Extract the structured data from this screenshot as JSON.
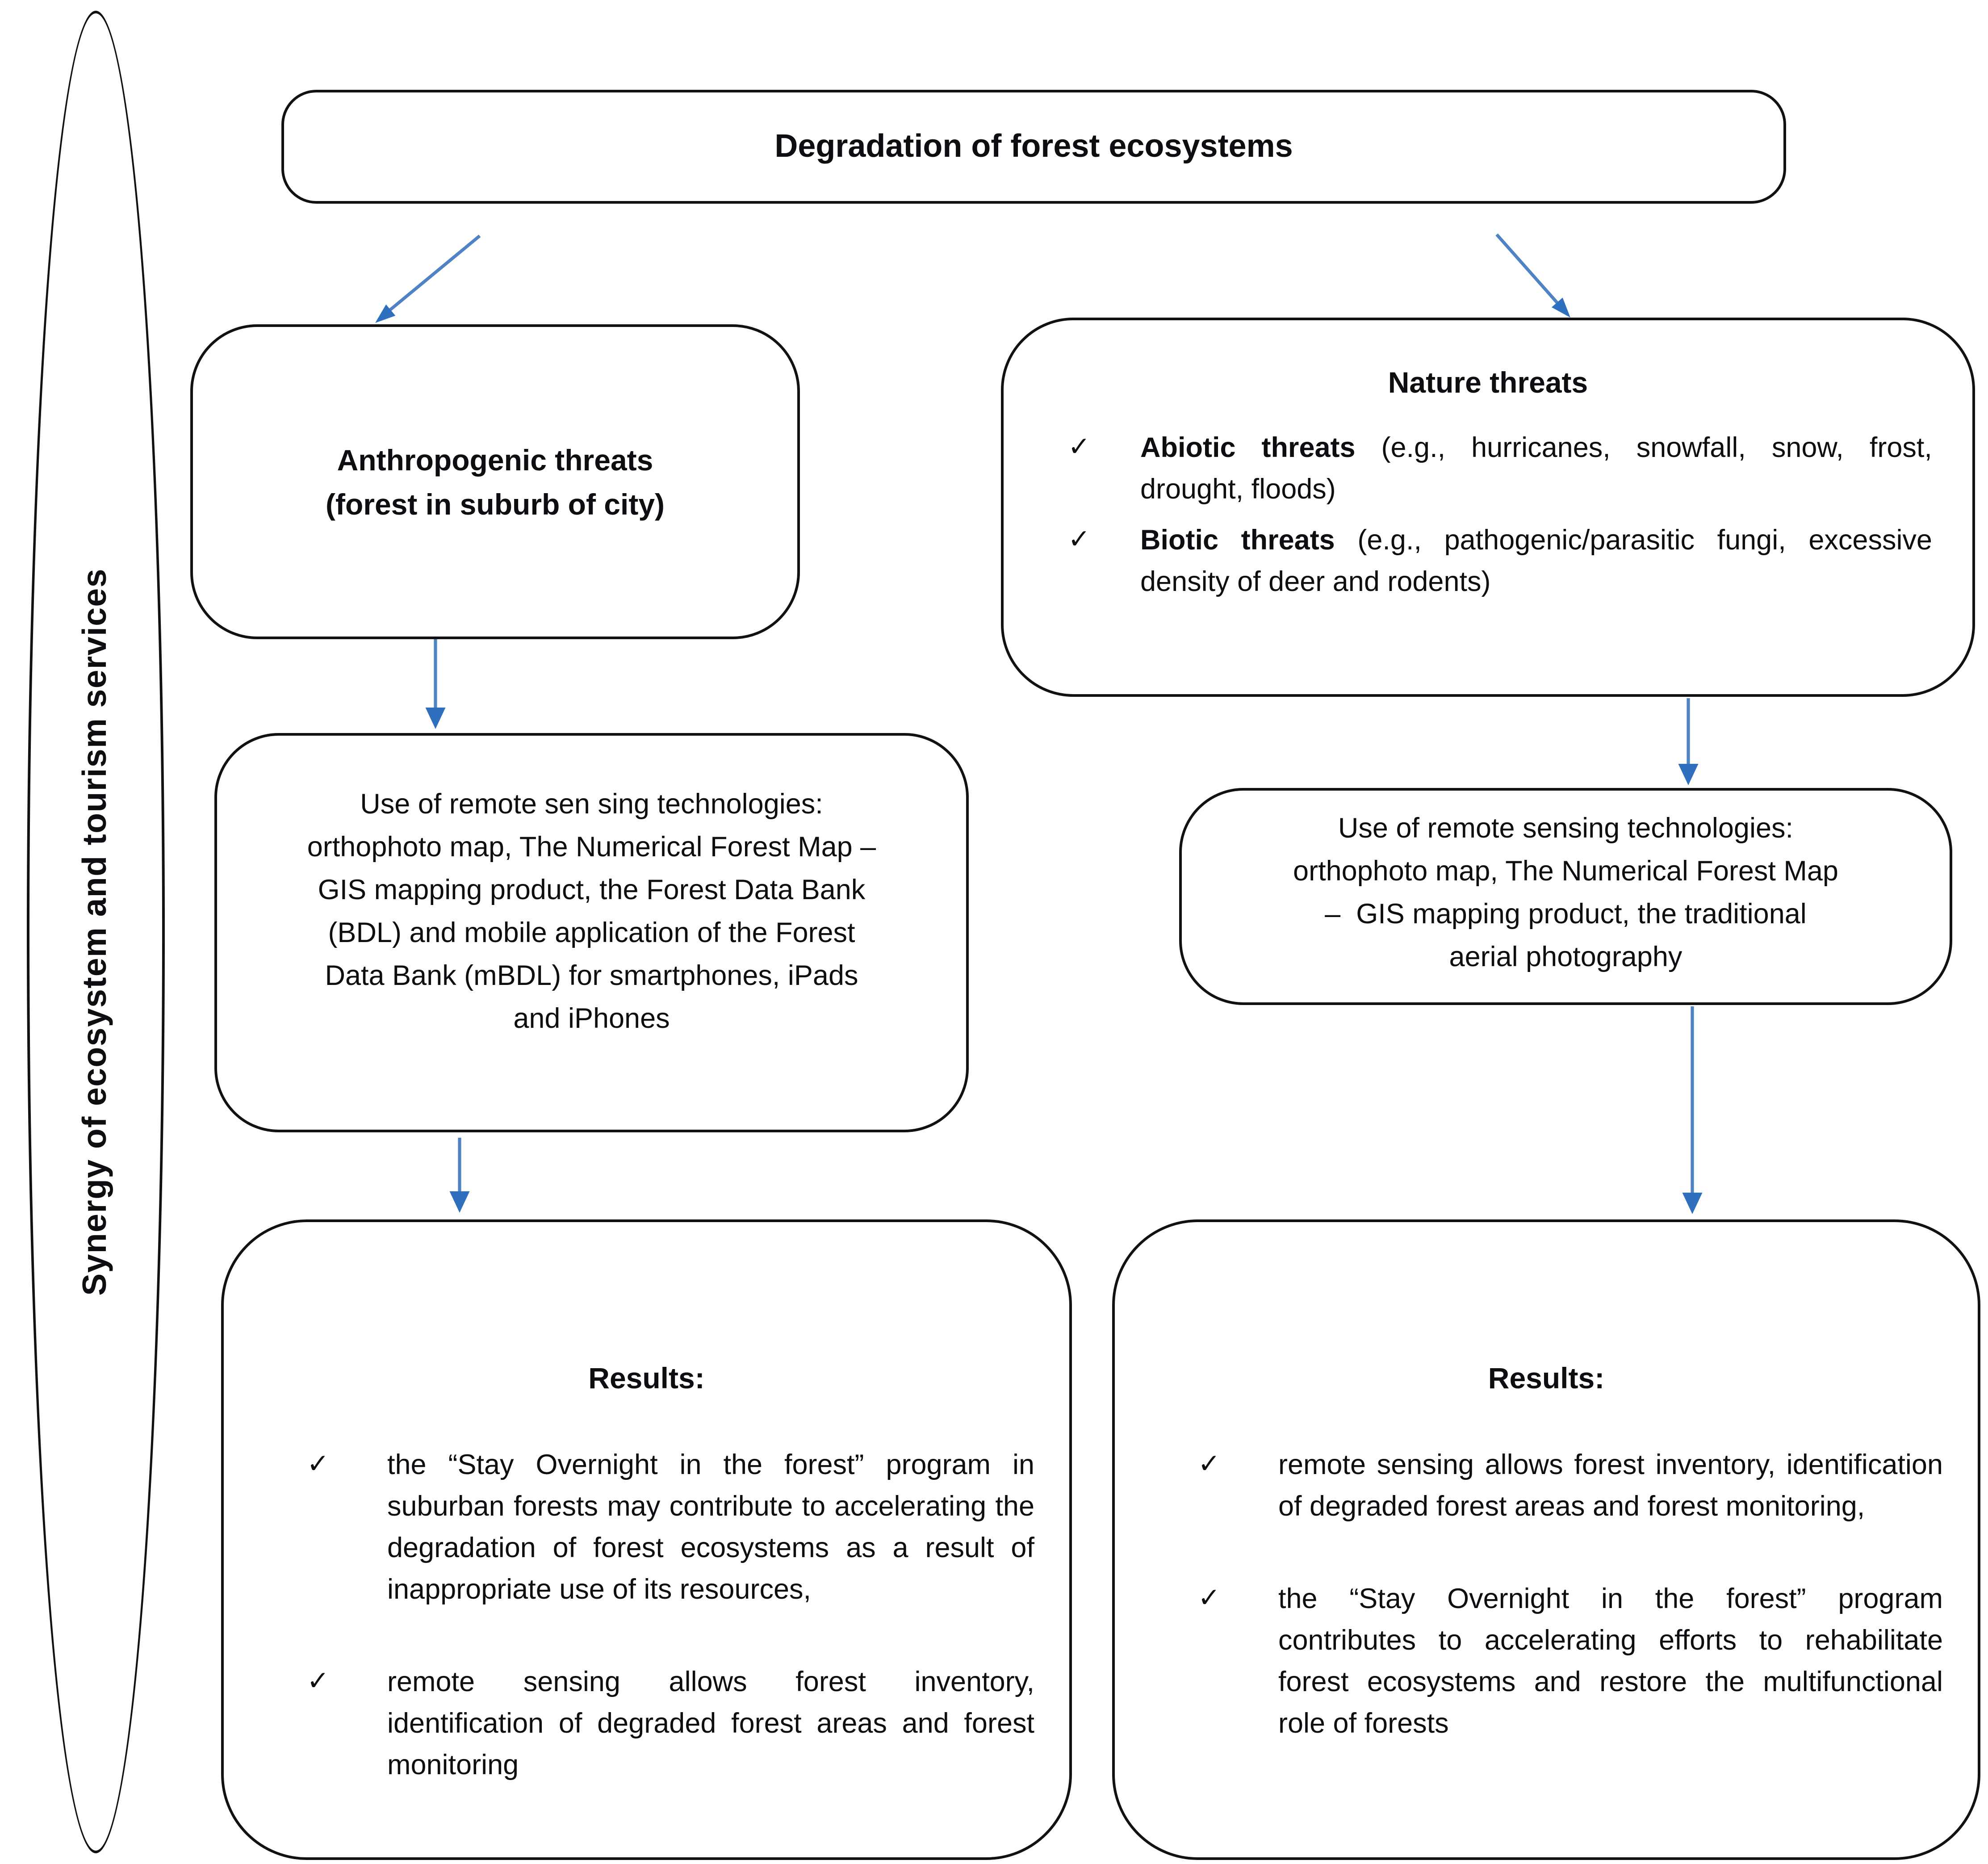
{
  "diagram": {
    "side_label": "Synergy of ecosystem and tourism services",
    "title": "Degradation of forest ecosystems",
    "anthropogenic": "Anthropogenic threats\n(forest in suburb of city)",
    "nature": {
      "title": "Nature threats",
      "bullets": [
        {
          "check": "✓",
          "lead": "Abiotic threats",
          "rest": " (e.g., hurricanes, snowfall, snow, frost, drought,  floods)"
        },
        {
          "check": "✓",
          "lead": "Biotic threats",
          "rest": " (e.g., pathogenic/parasitic fungi, excessive density of deer and rodents)"
        }
      ]
    },
    "left_use": "Use of remote sen sing technologies:\northophoto map, The Numerical Forest Map –\nGIS mapping product, the Forest Data Bank\n(BDL) and mobile application of the Forest\nData Bank (mBDL) for smartphones, iPads\nand iPhones",
    "right_use": "Use of remote sensing technologies:\northophoto map, The Numerical Forest Map\n–  GIS mapping product, the traditional\naerial photography",
    "left_results": {
      "title": "Results:",
      "bullets": [
        {
          "check": "✓",
          "text": "the “Stay Overnight in the forest”  program in suburban forests may contribute to accelerating the degradation of forest ecosystems as a result of inappropriate use of its resources,"
        },
        {
          "check": "✓",
          "text": "remote sensing allows forest inventory, identification of degraded forest areas and forest monitoring"
        }
      ]
    },
    "right_results": {
      "title": "Results:",
      "bullets": [
        {
          "check": "✓",
          "text": "remote sensing allows forest inventory, identification of degraded forest areas and forest monitoring,"
        },
        {
          "check": "✓",
          "text": "the “Stay Overnight in the forest” program contributes to accelerating efforts to rehabilitate forest ecosystems and restore the multifunctional role of forests"
        }
      ]
    },
    "colors": {
      "arrow_shaft": "#4f83c4",
      "arrow_head": "#2e6fbe",
      "border": "#111111",
      "text": "#0d0d12"
    }
  }
}
